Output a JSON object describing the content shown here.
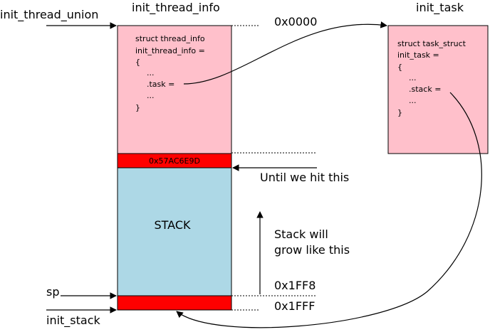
{
  "labels": {
    "init_thread_union": "init_thread_union",
    "init_thread_info": "init_thread_info",
    "init_task": "init_task",
    "addr_start": "0x0000",
    "magic": "0x57AC6E9D",
    "until_hit": "Until we hit this",
    "stack": "STACK",
    "grow_line1": "Stack will",
    "grow_line2": "grow like this",
    "addr_1ff8": "0x1FF8",
    "addr_1fff": "0x1FFF",
    "sp": "sp",
    "init_stack": "init_stack"
  },
  "thread_info_code": {
    "line1": "struct thread_info",
    "line2": "init_thread_info =",
    "line3": "{",
    "line4": "...",
    "line5": ".task =",
    "line6": "...",
    "line7": "}"
  },
  "task_code": {
    "line1": "struct task_struct",
    "line2": "init_task =",
    "line3": "{",
    "line4": "...",
    "line5": ".stack =",
    "line6": "...",
    "line7": "}"
  },
  "colors": {
    "pink": "#ffc0cb",
    "red": "#ff0000",
    "stack_blue": "#add8e6",
    "line": "#000000"
  }
}
